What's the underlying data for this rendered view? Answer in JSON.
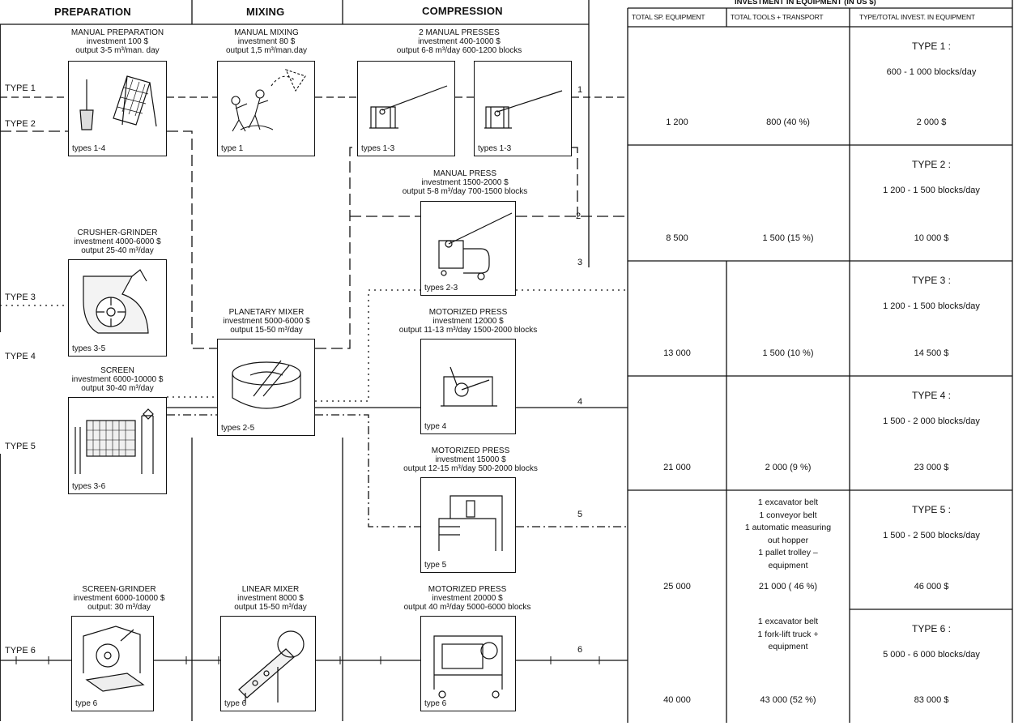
{
  "columns": {
    "preparation": "PREPARATION",
    "mixing": "MIXING",
    "compression": "COMPRESSION"
  },
  "types": [
    "TYPE 1",
    "TYPE 2",
    "TYPE 3",
    "TYPE 4",
    "TYPE 5",
    "TYPE 6"
  ],
  "line_numbers": [
    "1",
    "2",
    "3",
    "4",
    "5",
    "6"
  ],
  "machines": {
    "manual_prep": {
      "title": "MANUAL PREPARATION",
      "l2": "investment 100 $",
      "l3": "output 3-5 m³/man. day",
      "types": "types 1-4"
    },
    "manual_mix": {
      "title": "MANUAL MIXING",
      "l2": "investment 80 $",
      "l3": "output 1,5 m³/man.day",
      "types": "type 1"
    },
    "two_presses": {
      "title": "2 MANUAL PRESSES",
      "l2": "investment 400-1000 $",
      "l3": "output 6-8 m³/day  600-1200 blocks",
      "types_a": "types 1-3",
      "types_b": "types 1-3"
    },
    "manual_press": {
      "title": "MANUAL PRESS",
      "l2": "investment 1500-2000 $",
      "l3": "output 5-8 m³/day  700-1500 blocks",
      "types": "types 2-3"
    },
    "crusher": {
      "title": "CRUSHER-GRINDER",
      "l2": "investment 4000-6000 $",
      "l3": "output 25-40 m³/day",
      "types": "types 3-5"
    },
    "planetary": {
      "title": "PLANETARY MIXER",
      "l2": "investment 5000-6000 $",
      "l3": "output 15-50 m³/day",
      "types": "types 2-5"
    },
    "motor_press_4": {
      "title": "MOTORIZED PRESS",
      "l2": "investment 12000 $",
      "l3": "output 11-13 m³/day  1500-2000 blocks",
      "types": "type 4"
    },
    "screen": {
      "title": "SCREEN",
      "l2": "investment 6000-10000 $",
      "l3": "output 30-40 m³/day",
      "types": "types 3-6"
    },
    "motor_press_5": {
      "title": "MOTORIZED PRESS",
      "l2": "investment 15000 $",
      "l3": "output 12-15 m³/day   500-2000 blocks",
      "types": "type 5"
    },
    "screen_grinder": {
      "title": "SCREEN-GRINDER",
      "l2": "investment 6000-10000 $",
      "l3": "output: 30 m³/day",
      "types": "type 6"
    },
    "linear_mixer": {
      "title": "LINEAR MIXER",
      "l2": "investment 8000 $",
      "l3": "output 15-50 m³/day",
      "types": "type 6"
    },
    "motor_press_6": {
      "title": "MOTORIZED PRESS",
      "l2": "investment 20000 $",
      "l3": "output 40 m³/day  5000-6000 blocks",
      "types": "type 6"
    }
  },
  "table": {
    "title": "INVESTMENT IN EQUIPMENT (IN US $)",
    "col1": "TOTAL SP. EQUIPMENT",
    "col2": "TOTAL TOOLS + TRANSPORT",
    "col3": "TYPE/TOTAL INVEST. IN EQUIPMENT",
    "rows": [
      {
        "type": "TYPE 1 :",
        "blocks": "600 - 1 000 blocks/day",
        "sp": "1 200",
        "tools": "800 (40 %)",
        "total": "2 000 $",
        "tools_desc": []
      },
      {
        "type": "TYPE 2 :",
        "blocks": "1 200 - 1 500 blocks/day",
        "sp": "8 500",
        "tools": "1 500 (15 %)",
        "total": "10 000 $",
        "tools_desc": []
      },
      {
        "type": "TYPE 3 :",
        "blocks": "1 200 - 1 500 blocks/day",
        "sp": "13 000",
        "tools": "1 500 (10 %)",
        "total": "14 500 $",
        "tools_desc": []
      },
      {
        "type": "TYPE 4 :",
        "blocks": "1 500 - 2 000 blocks/day",
        "sp": "21 000",
        "tools": "2 000 (9 %)",
        "total": "23 000 $",
        "tools_desc": []
      },
      {
        "type": "TYPE 5 :",
        "blocks": "1 500 - 2 500 blocks/day",
        "sp": "25 000",
        "tools": "21 000 ( 46 %)",
        "total": "46 000 $",
        "tools_desc": [
          "1 excavator belt",
          "1 conveyor belt",
          "1 automatic measuring",
          "out hopper",
          "1 pallet trolley –",
          "equipment"
        ]
      },
      {
        "type": "TYPE 6 :",
        "blocks": "5 000 - 6 000 blocks/day",
        "sp": "40 000",
        "tools": "43 000 (52 %)",
        "total": "83 000 $",
        "tools_desc": [
          "1 excavator belt",
          "1 fork-lift truck +",
          "equipment"
        ]
      }
    ]
  }
}
